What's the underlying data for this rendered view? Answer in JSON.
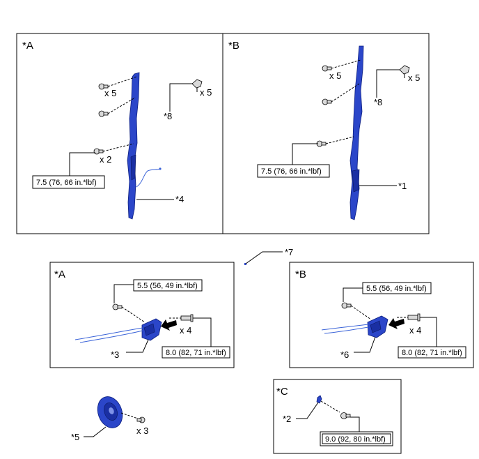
{
  "panels": {
    "A_top": {
      "tag": "*A",
      "qty_bolt_upper": "x 5",
      "qty_bolt_lower": "x 2",
      "qty_clip": "x 5",
      "ref_clip": "*8",
      "torque": "7.5 (76, 66 in.*lbf)",
      "ref_part": "*4"
    },
    "B_top": {
      "tag": "*B",
      "qty_bolt_upper": "x 5",
      "qty_clip": "x 5",
      "ref_clip": "*8",
      "torque": "7.5 (76, 66 in.*lbf)",
      "ref_part": "*1"
    },
    "ref_floating": "*7",
    "A_mid": {
      "tag": "*A",
      "torque_small": "5.5 (56, 49 in.*lbf)",
      "qty_screw": "x 4",
      "torque_screw": "8.0 (82, 71 in.*lbf)",
      "ref_part": "*3"
    },
    "B_mid": {
      "tag": "*B",
      "torque_small": "5.5 (56, 49 in.*lbf)",
      "qty_screw": "x 4",
      "torque_screw": "8.0 (82, 71 in.*lbf)",
      "ref_part": "*6"
    },
    "speaker": {
      "ref_part": "*5",
      "qty_bolt": "x 3"
    },
    "C_bottom": {
      "tag": "*C",
      "ref_part": "*2",
      "torque": "9.0 (92, 80 in.*lbf)"
    }
  },
  "colors": {
    "part": "#2b46c9",
    "part_dark": "#1a2fa3",
    "wire": "#3a63d8"
  }
}
